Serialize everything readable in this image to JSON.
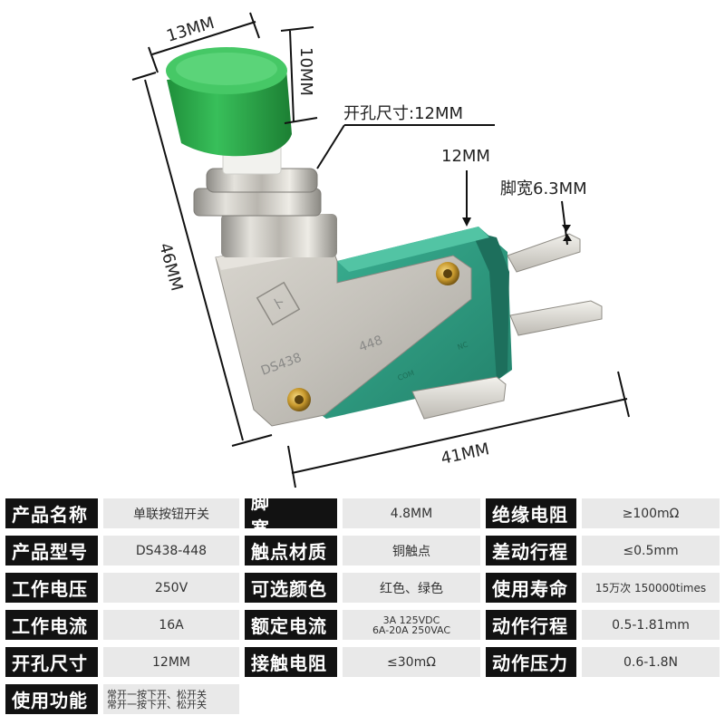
{
  "dimensions": {
    "cap_width": "13MM",
    "cap_height": "10MM",
    "hole_size_note": "开孔尺寸:12MM",
    "body_width": "12MM",
    "terminal_width": "脚宽6.3MM",
    "total_height": "46MM",
    "total_length": "41MM"
  },
  "body_markings": {
    "model": "DS438",
    "model_suffix": "448",
    "com": "COM",
    "nc": "NC"
  },
  "colors": {
    "cap_green": "#2fae4e",
    "body_teal": "#2f9e82",
    "header_bg": "#121212",
    "value_bg": "#e9e9e9"
  },
  "specs": {
    "row1": {
      "c1": {
        "label": "产品名称",
        "value": "单联按钮开关"
      },
      "c2": {
        "label": "脚宽",
        "value": "4.8MM"
      },
      "c3": {
        "label": "绝缘电阻",
        "value": "≥100mΩ"
      }
    },
    "row2": {
      "c1": {
        "label": "产品型号",
        "value": "DS438-448"
      },
      "c2": {
        "label": "触点材质",
        "value": "铜触点"
      },
      "c3": {
        "label": "差动行程",
        "value": "≤0.5mm"
      }
    },
    "row3": {
      "c1": {
        "label": "工作电压",
        "value": "250V"
      },
      "c2": {
        "label": "可选颜色",
        "value": "红色、绿色"
      },
      "c3": {
        "label": "使用寿命",
        "value": "15万次 150000times"
      }
    },
    "row4": {
      "c1": {
        "label": "工作电流",
        "value": "16A"
      },
      "c2": {
        "label": "额定电流",
        "value_line1": "3A 125VDC",
        "value_line2": "6A-20A 250VAC"
      },
      "c3": {
        "label": "动作行程",
        "value": "0.5-1.81mm"
      }
    },
    "row5": {
      "c1": {
        "label": "开孔尺寸",
        "value": "12MM"
      },
      "c2": {
        "label": "接触电阻",
        "value": "≤30mΩ"
      },
      "c3": {
        "label": "动作压力",
        "value": "0.6-1.8N"
      }
    },
    "row6": {
      "c1": {
        "label": "使用功能",
        "value_line1": "常开一按下开、松开关",
        "value_line2": "常开一按下开、松开关"
      }
    }
  }
}
